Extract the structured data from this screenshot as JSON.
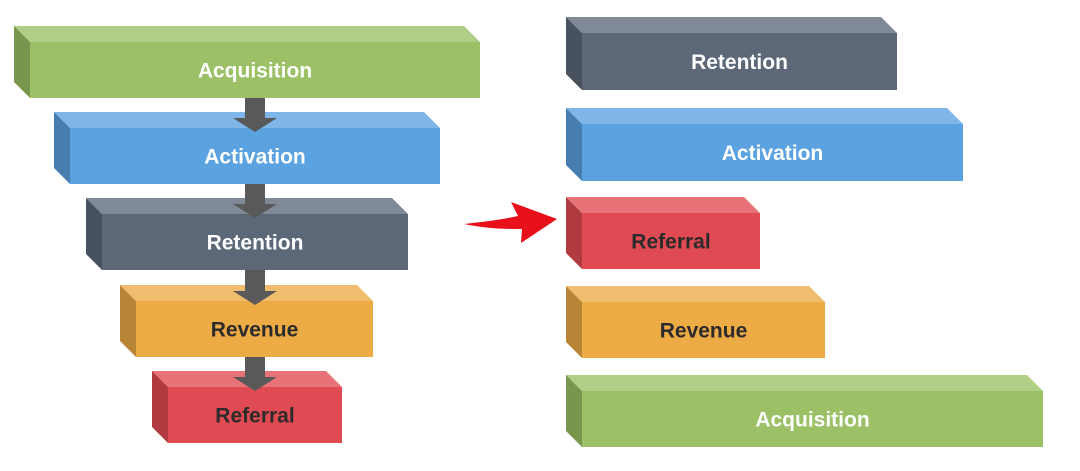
{
  "colors": {
    "green": "#9bc065",
    "blue": "#5aa2e0",
    "slate": "#5c6878",
    "orange": "#ecab45",
    "red": "#e04a52",
    "arrow_gray": "#595959",
    "arrow_red": "#e8101a",
    "label_light": "#ffffff",
    "label_dark": "#2b2b2b"
  },
  "left_funnel": {
    "blocks": [
      {
        "id": "acquisition",
        "label": "Acquisition",
        "color": "green",
        "text": "label_light"
      },
      {
        "id": "activation",
        "label": "Activation",
        "color": "blue",
        "text": "label_light"
      },
      {
        "id": "retention",
        "label": "Retention",
        "color": "slate",
        "text": "label_light"
      },
      {
        "id": "revenue",
        "label": "Revenue",
        "color": "orange",
        "text": "label_dark"
      },
      {
        "id": "referral",
        "label": "Referral",
        "color": "red",
        "text": "label_dark"
      }
    ]
  },
  "right_funnel": {
    "blocks": [
      {
        "id": "retention",
        "label": "Retention",
        "color": "slate",
        "text": "label_light"
      },
      {
        "id": "activation",
        "label": "Activation",
        "color": "blue",
        "text": "label_light"
      },
      {
        "id": "referral",
        "label": "Referral",
        "color": "red",
        "text": "label_dark"
      },
      {
        "id": "revenue",
        "label": "Revenue",
        "color": "orange",
        "text": "label_dark"
      },
      {
        "id": "acquisition",
        "label": "Acquisition",
        "color": "green",
        "text": "label_light"
      }
    ]
  }
}
